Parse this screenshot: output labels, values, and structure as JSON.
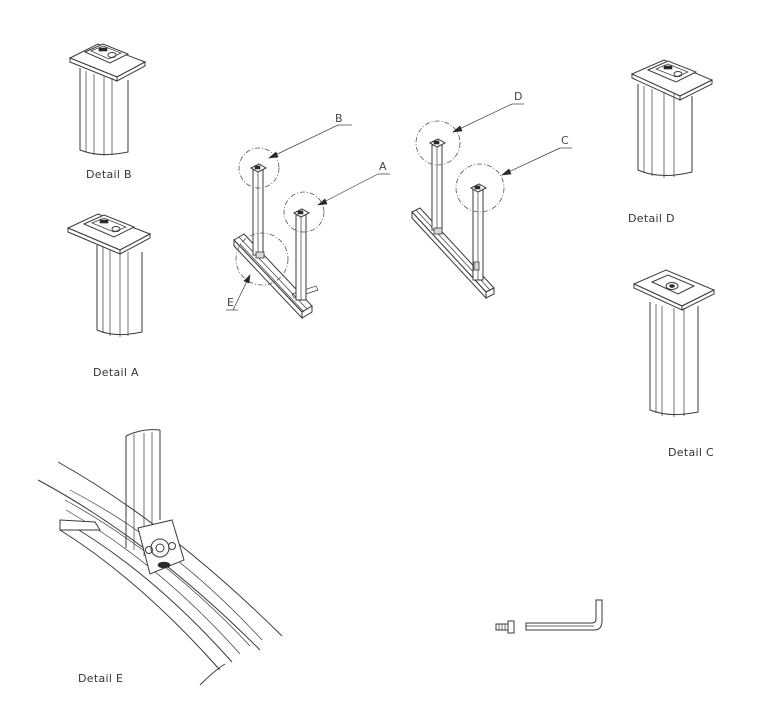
{
  "details": {
    "a": "Detail A",
    "b": "Detail B",
    "c": "Detail C",
    "d": "Detail D",
    "e": "Detail E"
  },
  "callouts": {
    "a": "A",
    "b": "B",
    "c": "C",
    "d": "D",
    "e": "E"
  }
}
